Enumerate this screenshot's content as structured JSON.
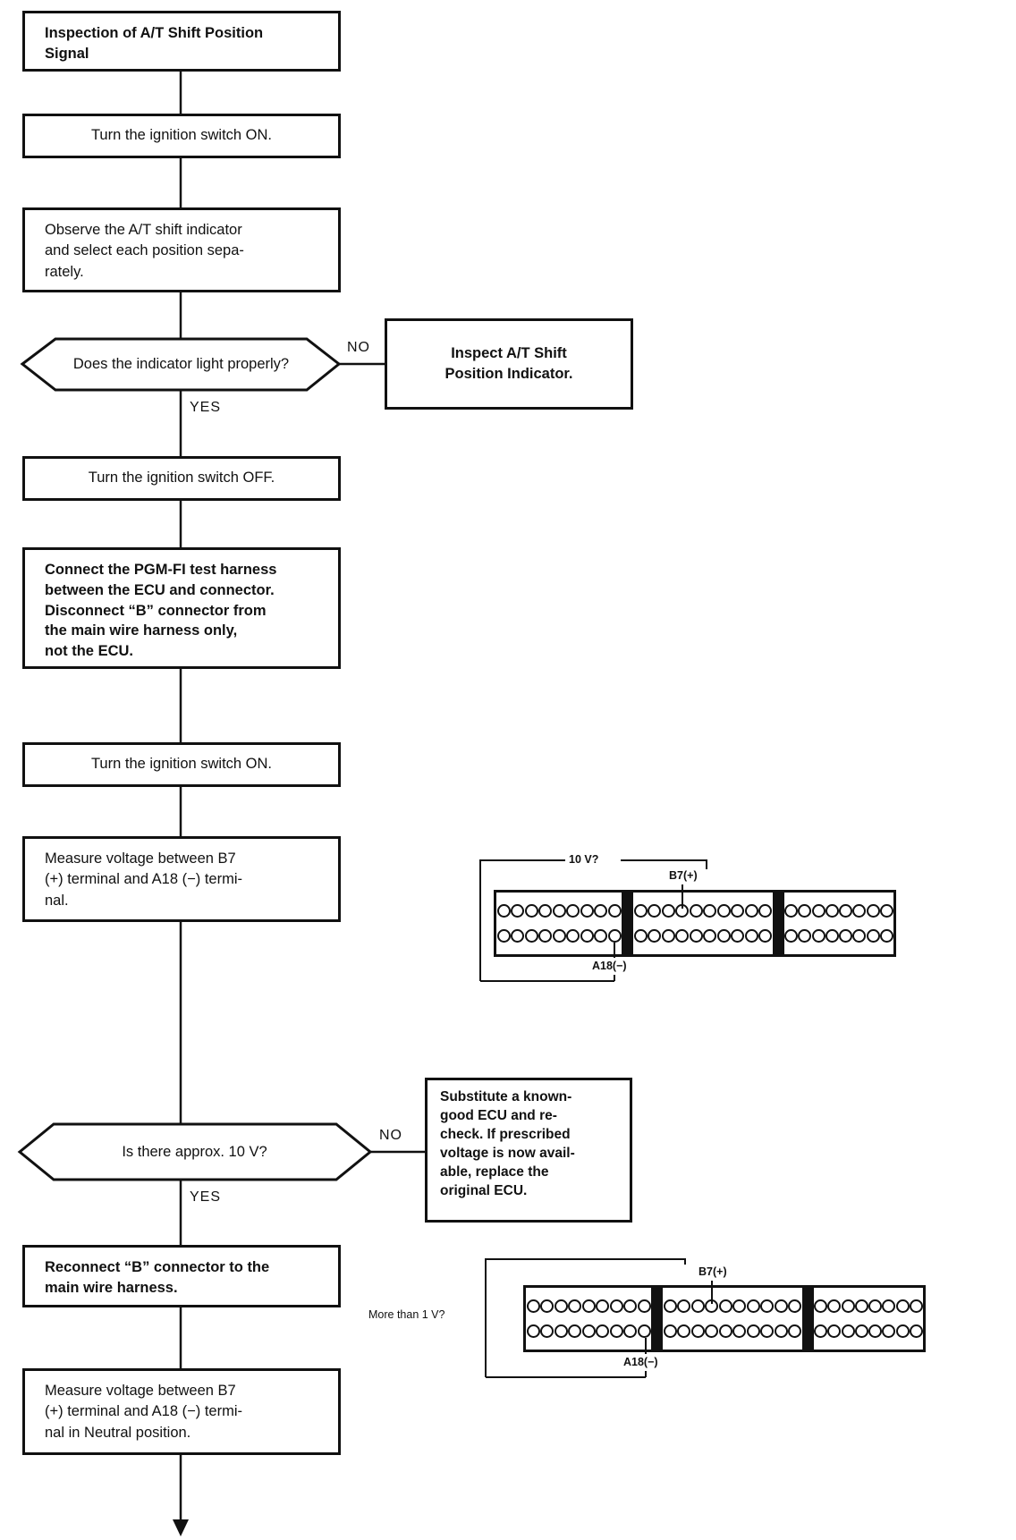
{
  "page": {
    "background": "#ffffff",
    "ink": "#111111"
  },
  "flow": {
    "title": "Inspection of A/T Shift Position\nSignal",
    "ignition_on_1": "Turn the ignition switch ON.",
    "observe": "Observe the A/T shift indicator\nand select each position sepa-\nrately.",
    "decision_indicator": "Does the indicator light properly?",
    "no1": "NO",
    "yes1": "YES",
    "inspect_indicator": "Inspect A/T Shift\nPosition Indicator.",
    "ignition_off": "Turn the ignition switch OFF.",
    "connect_harness": "Connect the PGM-FI test harness\nbetween the ECU and connector.\nDisconnect “B” connector from\nthe main wire harness only,\nnot the ECU.",
    "ignition_on_2": "Turn the ignition switch ON.",
    "measure_1": "Measure voltage between B7\n(+) terminal and A18 (−) termi-\nnal.",
    "decision_voltage": "Is there approx. 10 V?",
    "no2": "NO",
    "yes2": "YES",
    "substitute_ecu": "Substitute a known-\ngood ECU and re-\ncheck. If prescribed\nvoltage is now avail-\nable, replace the\noriginal ECU.",
    "reconnect": "Reconnect “B” connector to the\nmain wire harness.",
    "measure_2": "Measure voltage between B7\n(+) terminal and A18 (−) termi-\nnal in Neutral position."
  },
  "connector1": {
    "voltage_label": "10 V?",
    "b7_label": "B7(+)",
    "a18_label": "A18(−)",
    "blocks": [
      {
        "cols": 9,
        "rows": 2
      },
      {
        "cols": 10,
        "rows": 2
      },
      {
        "cols": 8,
        "rows": 2
      }
    ]
  },
  "connector2": {
    "voltage_label": "More than 1 V?",
    "b7_label": "B7(+)",
    "a18_label": "A18(−)",
    "blocks": [
      {
        "cols": 9,
        "rows": 2
      },
      {
        "cols": 10,
        "rows": 2
      },
      {
        "cols": 8,
        "rows": 2
      }
    ]
  }
}
